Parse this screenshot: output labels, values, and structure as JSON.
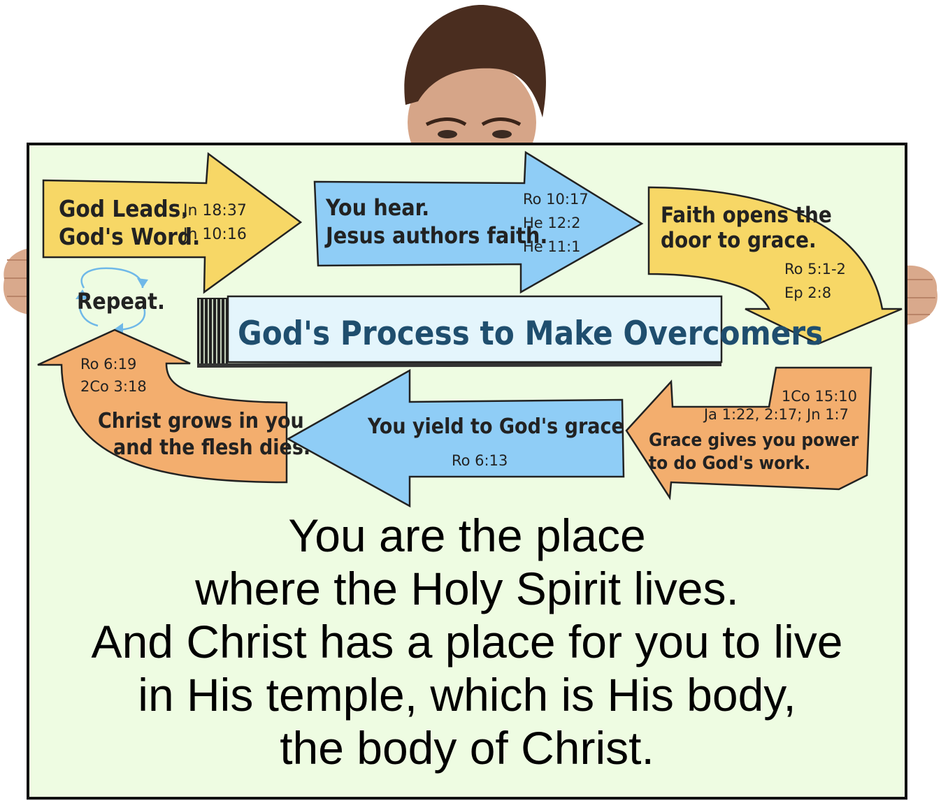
{
  "title": "God's Process to Make Overcomers",
  "colors": {
    "board_bg": "#eefce2",
    "yellow": "#f7d766",
    "blue": "#8fcdf6",
    "orange": "#f3ae6e",
    "title_box": "#e4f5fc",
    "title_text": "#1f4e6e"
  },
  "steps": [
    {
      "id": "god-leads",
      "lines": [
        "God Leads.",
        "God's Word."
      ],
      "refs": [
        "Jn 18:37",
        "Jn 10:16"
      ]
    },
    {
      "id": "you-hear",
      "lines": [
        "You hear.",
        "Jesus authors faith."
      ],
      "refs": [
        "Ro 10:17",
        "He 12:2",
        "He 11:1"
      ]
    },
    {
      "id": "faith-opens",
      "lines": [
        "Faith opens the",
        "door to grace."
      ],
      "refs": [
        "Ro 5:1-2",
        "Ep 2:8"
      ]
    },
    {
      "id": "grace-gives",
      "lines": [
        "Grace gives you power",
        "to do God's work."
      ],
      "refs": [
        "1Co 15:10",
        "Ja 1:22, 2:17; Jn 1:7"
      ]
    },
    {
      "id": "you-yield",
      "lines": [
        "You yield to God's grace"
      ],
      "refs": [
        "Ro 6:13"
      ]
    },
    {
      "id": "christ-grows",
      "lines": [
        "Christ grows in you",
        "and the flesh dies."
      ],
      "refs": [
        "Ro 6:19",
        "2Co 3:18"
      ]
    }
  ],
  "repeat_label": "Repeat.",
  "message_lines": [
    "You are the place",
    "where the Holy Spirit lives.",
    "And Christ has a place for you to live",
    "in His temple, which is His body,",
    "the body of Christ."
  ]
}
